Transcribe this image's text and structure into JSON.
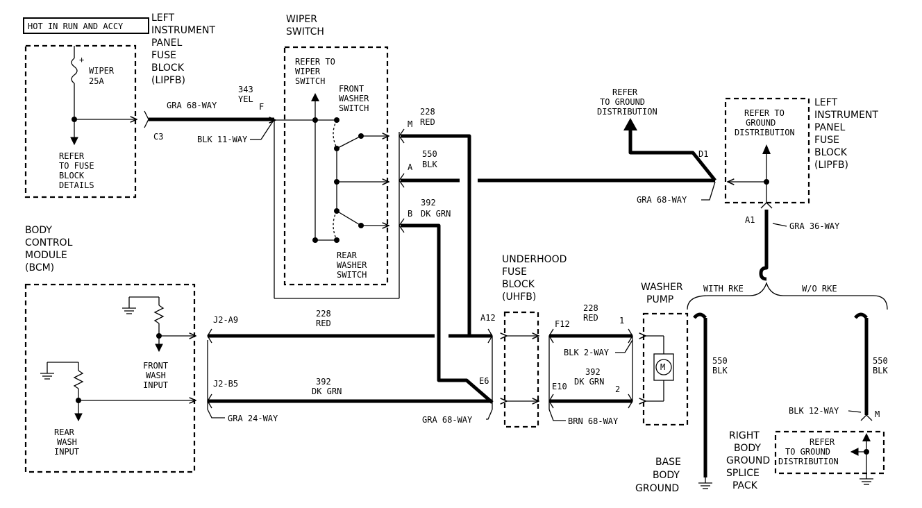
{
  "header_box": "HOT IN RUN AND ACCY",
  "lipfb_top": {
    "title": [
      "LEFT",
      "INSTRUMENT",
      "PANEL",
      "FUSE",
      "BLOCK",
      "(LIPFB)"
    ],
    "fuse_label": [
      "WIPER",
      "25A"
    ],
    "plus": "+",
    "refer": [
      "REFER",
      "TO FUSE",
      "BLOCK",
      "DETAILS"
    ],
    "connector_c3": "C3",
    "connector_label": "GRA 68-WAY",
    "terminal_f": "F"
  },
  "wire_343": [
    "343",
    "YEL"
  ],
  "blk_11way": "BLK 11-WAY",
  "wiper_switch": {
    "title": [
      "WIPER",
      "SWITCH"
    ],
    "refer": [
      "REFER TO",
      "WIPER",
      "SWITCH"
    ],
    "front_washer": [
      "FRONT",
      "WASHER",
      "SWITCH"
    ],
    "rear_washer": [
      "REAR",
      "WASHER",
      "SWITCH"
    ],
    "pin_m": "M",
    "pin_a": "A",
    "pin_b": "B"
  },
  "wire_228_top": [
    "228",
    "RED"
  ],
  "wire_550_mid": [
    "550",
    "BLK"
  ],
  "wire_392_top": [
    "392",
    "DK GRN"
  ],
  "ground_dist_top": [
    "REFER",
    "TO GROUND",
    "DISTRIBUTION"
  ],
  "d1": "D1",
  "gra68_right": "GRA 68-WAY",
  "lipfb_right": {
    "title": [
      "LEFT",
      "INSTRUMENT",
      "PANEL",
      "FUSE",
      "BLOCK",
      "(LIPFB)"
    ],
    "refer": [
      "REFER TO",
      "GROUND",
      "DISTRIBUTION"
    ],
    "a1": "A1",
    "gra36": "GRA 36-WAY"
  },
  "bcm": {
    "title": [
      "BODY",
      "CONTROL",
      "MODULE",
      "(BCM)"
    ],
    "front_input": [
      "FRONT",
      "WASH",
      "INPUT"
    ],
    "rear_input": [
      "REAR",
      "WASH",
      "INPUT"
    ],
    "j2a9": "J2-A9",
    "j2b5": "J2-B5",
    "gra24": "GRA 24-WAY"
  },
  "wire_228_low": [
    "228",
    "RED"
  ],
  "wire_392_low": [
    "392",
    "DK GRN"
  ],
  "a12": "A12",
  "e6": "E6",
  "gra68_low": "GRA 68-WAY",
  "uhfb": [
    "UNDERHOOD",
    "FUSE",
    "BLOCK",
    "(UHFB)"
  ],
  "f12": "F12",
  "e10": "E10",
  "wire_228_right": [
    "228",
    "RED"
  ],
  "wire_392_right": [
    "392",
    "DK GRN"
  ],
  "pin_1": "1",
  "pin_2": "2",
  "blk2way": "BLK 2-WAY",
  "brn68way": "BRN 68-WAY",
  "washer_pump": [
    "WASHER",
    "PUMP"
  ],
  "motor_m": "M",
  "with_rke": "WITH RKE",
  "wo_rke": "W/O RKE",
  "wire_550_left": [
    "550",
    "BLK"
  ],
  "wire_550_right": [
    "550",
    "BLK"
  ],
  "blk12way": "BLK 12-WAY",
  "pin_m_right": "M",
  "base_ground": [
    "BASE",
    "BODY",
    "GROUND"
  ],
  "right_ground": [
    "RIGHT",
    "BODY",
    "GROUND",
    "SPLICE",
    "PACK"
  ],
  "ground_dist_bottom": [
    "REFER",
    "TO GROUND",
    "DISTRIBUTION"
  ]
}
